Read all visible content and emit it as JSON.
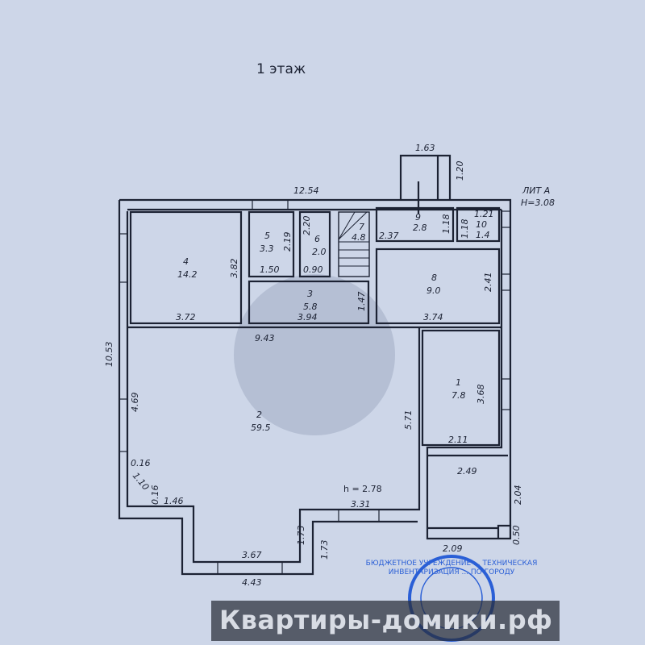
{
  "title": "1 этаж",
  "litera": {
    "line1": "ЛИТ А",
    "line2": "H=3.08"
  },
  "ceiling_height": "h = 2.78",
  "rooms": [
    {
      "num": "1",
      "area": "7.8"
    },
    {
      "num": "2",
      "area": "59.5"
    },
    {
      "num": "3",
      "area": "5.8"
    },
    {
      "num": "4",
      "area": "14.2"
    },
    {
      "num": "5",
      "area": "3.3"
    },
    {
      "num": "6",
      "area": "2.0"
    },
    {
      "num": "7",
      "area": "4.8"
    },
    {
      "num": "8",
      "area": "9.0"
    },
    {
      "num": "9",
      "area": "2.8"
    },
    {
      "num": "10",
      "area": "1.4"
    }
  ],
  "dims": {
    "top": "12.54",
    "porch_w": "1.63",
    "porch_h": "1.20",
    "r4_h": "3.82",
    "r4_w": "3.72",
    "r5_h": "2.19",
    "r5_w": "1.50",
    "r6_h": "2.20",
    "r6_w": "0.90",
    "r9_w": "2.37",
    "r9_h": "1.18",
    "r10_w": "1.21",
    "r10_h": "1.18",
    "r8_h": "2.41",
    "r8_w": "3.74",
    "r3_h": "1.47",
    "r3_w": "3.94",
    "r2_w": "9.43",
    "left": "10.53",
    "r2_left": "4.69",
    "r2_right": "5.71",
    "r1_h": "3.68",
    "r1_w": "2.11",
    "ext_w": "2.49",
    "ext_h": "2.04",
    "ext_step": "0.50",
    "ext_bottom": "2.09",
    "corner_a": "0.16",
    "corner_b": "1.10",
    "corner_c": "0.16",
    "bl_w": "1.46",
    "bay_top": "3.31",
    "bay_l": "1.73",
    "bay_r": "1.73",
    "bottom_in": "3.67",
    "bottom_out": "4.43"
  },
  "watermark": "Квартиры-домики.рф",
  "stamp_text": "БЮДЖЕТНОЕ УЧРЕЖДЕНИЕ ... ТЕХНИЧЕСКАЯ ИНВЕНТАРИЗАЦИЯ ... ПО ГОРОДУ",
  "colors": {
    "paper": "#cdd6e8",
    "ink": "#1c2233",
    "stamp": "#2a5fd6",
    "logo": "#8cc63f"
  }
}
